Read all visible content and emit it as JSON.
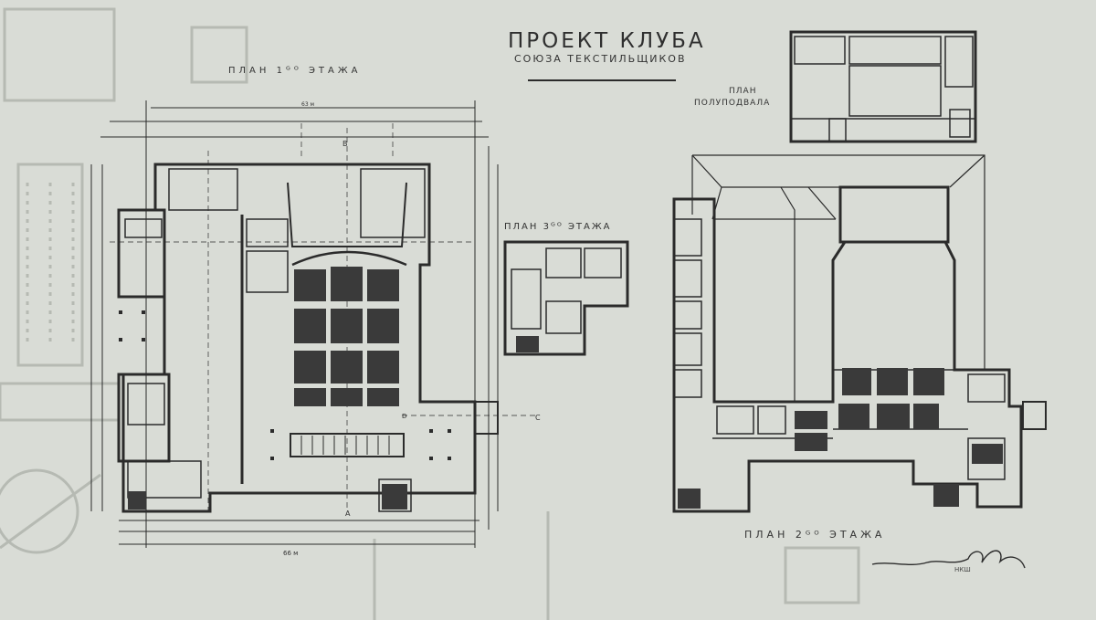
{
  "title": "ПРОЕКТ КЛУБА",
  "subtitle": "СОЮЗА ТЕКСТИЛЬЩИКОВ",
  "plans": {
    "first_floor": "ПЛАН 1ᴳᴼ ЭТАЖА",
    "third_floor": "ПЛАН 3ᴳᴼ ЭТАЖА",
    "basement_line1": "ПЛАН",
    "basement_line2": "ПОЛУПОДВАЛА",
    "second_floor": "ПЛАН 2ᴳᴼ ЭТАЖА"
  },
  "dimensions": {
    "overall_width": "66 м",
    "top_width": "63 м"
  },
  "axis_letters": [
    "A",
    "B",
    "C",
    "D"
  ],
  "signature_note": "НКШ",
  "colors": {
    "paper": "#d9dcd6",
    "ink": "#2b2b2b",
    "faint": "#b9bcb5"
  }
}
